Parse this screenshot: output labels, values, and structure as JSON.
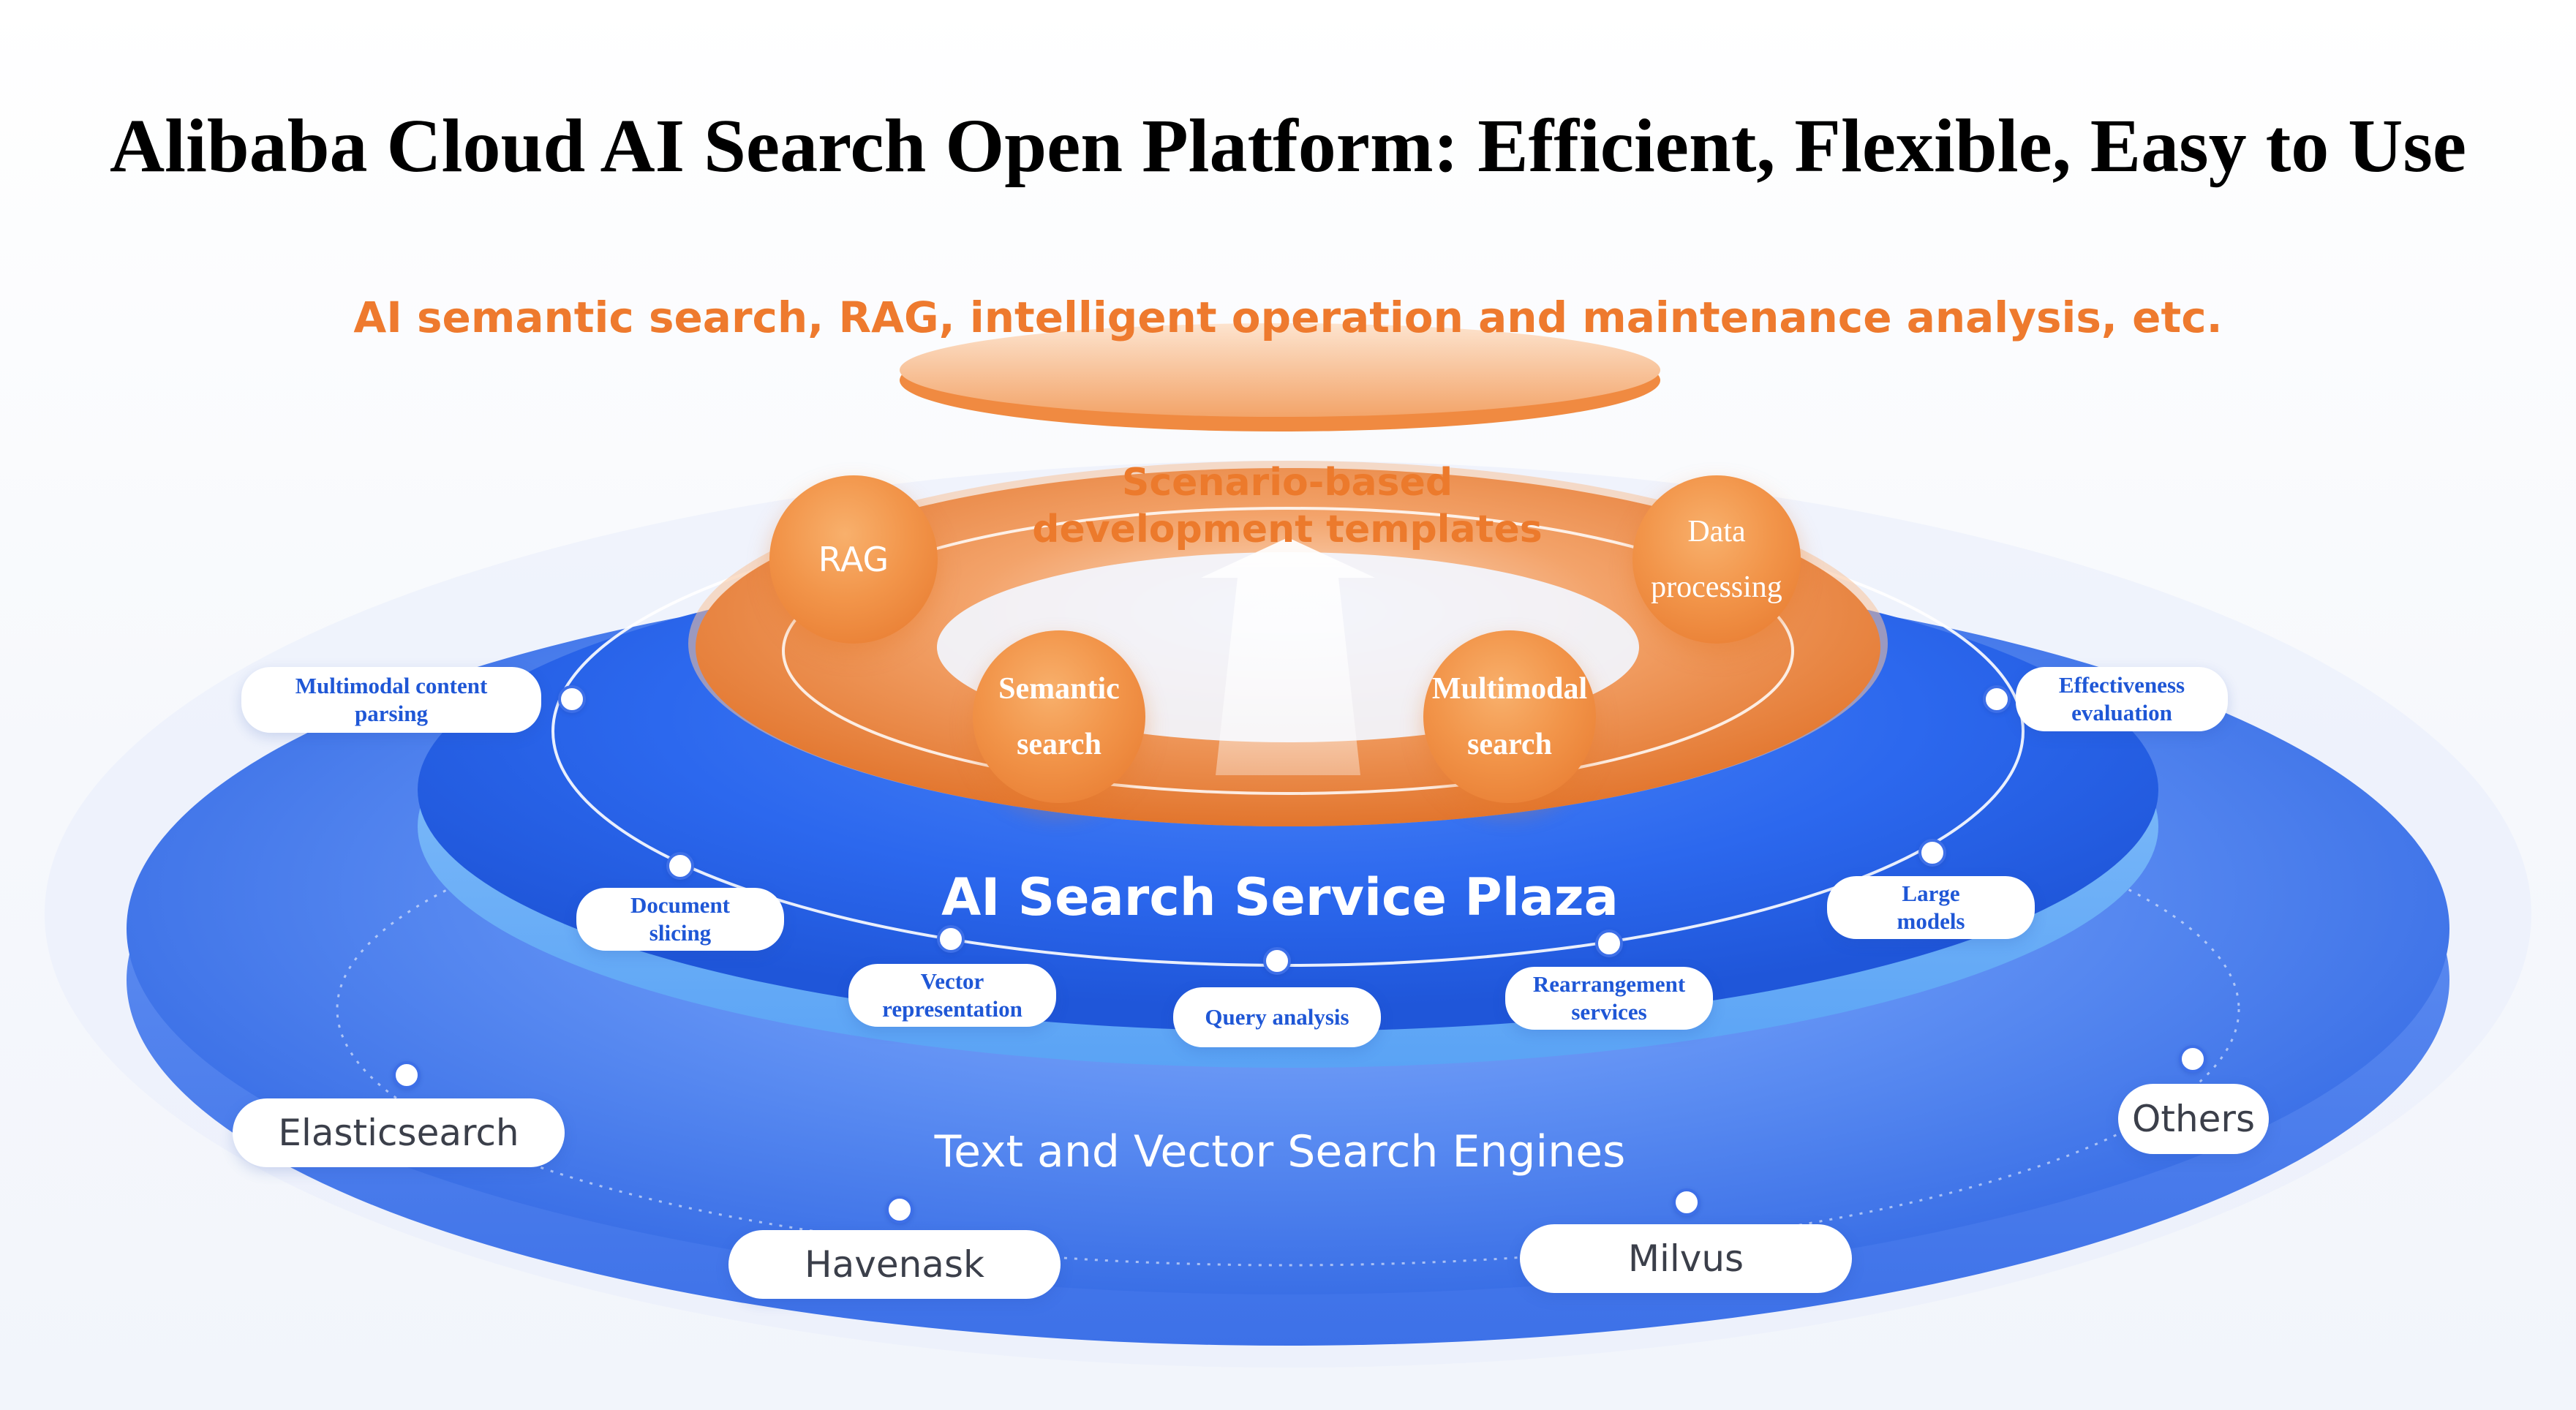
{
  "title": "Alibaba Cloud AI Search Open Platform: Efficient, Flexible, Easy to Use",
  "top_layer": {
    "label": "AI semantic search, RAG, intelligent operation and maintenance analysis, etc."
  },
  "templates_layer": {
    "label_line1": "Scenario-based",
    "label_line2": "development templates",
    "items": [
      {
        "line1": "RAG",
        "line2": ""
      },
      {
        "line1": "Data",
        "line2": "processing"
      },
      {
        "line1": "Semantic",
        "line2": "search"
      },
      {
        "line1": "Multimodal",
        "line2": "search"
      }
    ]
  },
  "service_layer": {
    "label": "AI Search Service Plaza",
    "items": [
      {
        "line1": "Multimodal content",
        "line2": "parsing"
      },
      {
        "line1": "Effectiveness",
        "line2": "evaluation"
      },
      {
        "line1": "Document",
        "line2": "slicing"
      },
      {
        "line1": "Large",
        "line2": "models"
      },
      {
        "line1": "Vector",
        "line2": "representation"
      },
      {
        "line1": "Query analysis",
        "line2": ""
      },
      {
        "line1": "Rearrangement",
        "line2": "services"
      }
    ]
  },
  "engine_layer": {
    "label": "Text and Vector Search Engines",
    "items": [
      "Elasticsearch",
      "Others",
      "Havenask",
      "Milvus"
    ]
  },
  "colors": {
    "orange": "#ec7a2c",
    "blue": "#2f6df2",
    "pill_text": "#1f57d6"
  }
}
